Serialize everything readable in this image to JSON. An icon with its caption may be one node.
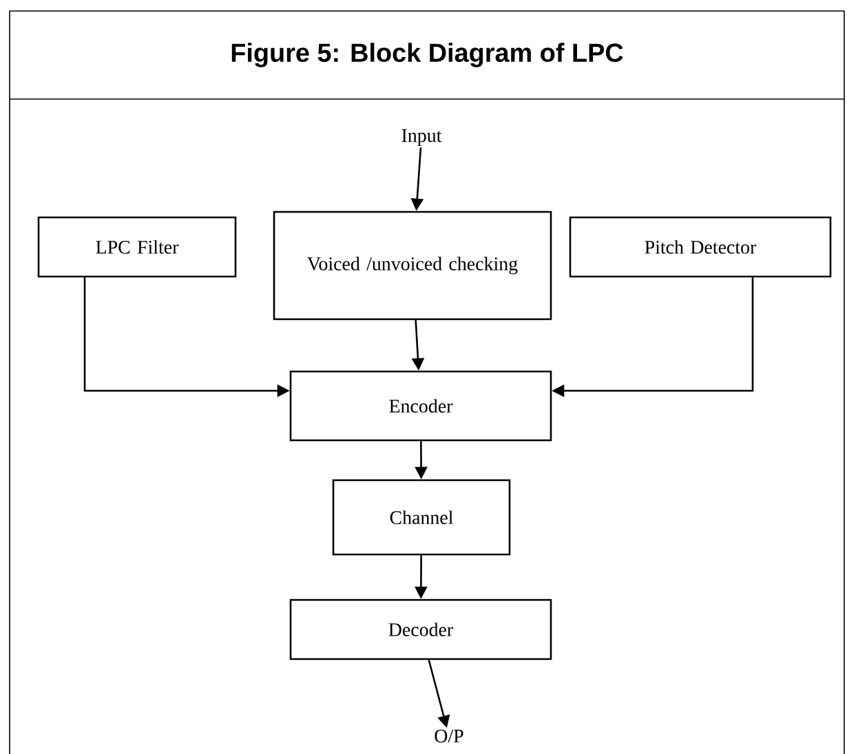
{
  "diagram": {
    "title": "Figure 5: Block Diagram of LPC",
    "nodes": [
      {
        "text": [
          "Input"
        ]
      },
      {
        "text": [
          "LPC Filter"
        ]
      },
      {
        "text": [
          "Voiced /unvoiced checking"
        ]
      },
      {
        "text": [
          "Pitch Detector"
        ]
      },
      {
        "text": [
          "Encoder"
        ]
      },
      {
        "text": [
          "Channel"
        ]
      },
      {
        "text": [
          "Decoder"
        ]
      },
      {
        "text": [
          "O/P"
        ]
      }
    ],
    "edges": [
      {
        "from": 0,
        "to": 2,
        "arrow": "to"
      },
      {
        "from": 2,
        "to": 4,
        "arrow": "to"
      },
      {
        "from": 1,
        "to": 4,
        "arrow": "to"
      },
      {
        "from": 3,
        "to": 4,
        "arrow": "to"
      },
      {
        "from": 4,
        "to": 5,
        "arrow": "to"
      },
      {
        "from": 5,
        "to": 6,
        "arrow": "to"
      },
      {
        "from": 6,
        "to": 7,
        "arrow": "to"
      }
    ]
  }
}
